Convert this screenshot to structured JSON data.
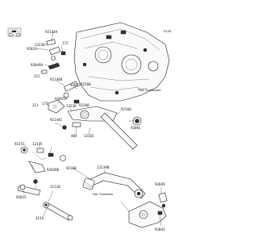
{
  "diagram_code": "E109",
  "refs": {
    "crankcase": "Ref. Crankcase",
    "footrests": "Ref. Footrests"
  },
  "labels": {
    "p92144a": "92144A",
    "p13236": "13236",
    "p92033": "92033",
    "p92049a": "92049A",
    "p311": "311",
    "p172": "172",
    "p92144b": "92144B",
    "p92022": "92022",
    "p92160": "92160",
    "p92200": "92200",
    "p92055a": "92055A",
    "p173": "173",
    "p13236b": "13236",
    "p92144c": "92144C",
    "p92160b": "92160",
    "p311b": "311",
    "p92001": "92001",
    "p92151": "92151",
    "p13161": "13161",
    "p409": "409",
    "p13145": "13145",
    "p92039e": "92039E",
    "p92015": "92015",
    "p92160c": "92160",
    "p13239b": "13239B",
    "p92049": "92049",
    "p32110": "32110",
    "p311a": "311A",
    "p92043": "92043"
  }
}
